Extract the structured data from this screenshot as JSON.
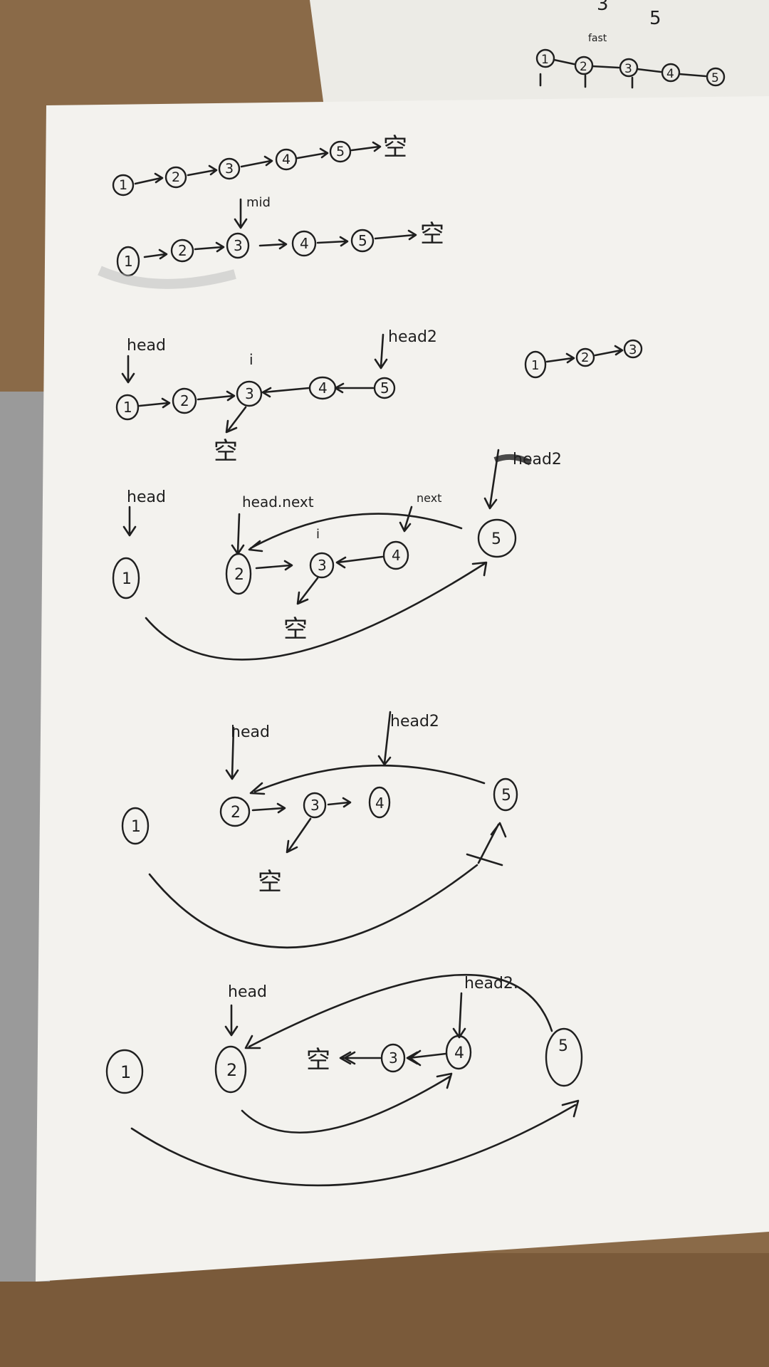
{
  "colors": {
    "table": "#8a6a48",
    "paper": "#f3f2ee",
    "ink": "#1f1f1f"
  },
  "back_sheet": {
    "digits": [
      "3",
      "5"
    ],
    "nodes": [
      "1",
      "2",
      "3",
      "4",
      "5"
    ],
    "pointer_label": "fast"
  },
  "sections": {
    "row1": {
      "nodes": [
        "1",
        "2",
        "3",
        "4",
        "5"
      ],
      "end": "空"
    },
    "row2": {
      "nodes": [
        "1",
        "2",
        "3",
        "4",
        "5"
      ],
      "end": "空",
      "pointer_label": "mid"
    },
    "row3": {
      "nodes": [
        "1",
        "2",
        "3",
        "4",
        "5"
      ],
      "end": "空",
      "label_head": "head",
      "label_head2": "head2",
      "label_i": "i",
      "side_nodes": [
        "1",
        "2",
        "3"
      ]
    },
    "row4": {
      "nodes": [
        "1",
        "2",
        "3",
        "4",
        "5"
      ],
      "end": "空",
      "label_head": "head",
      "label_head_next": "head.next",
      "label_next": "next",
      "label_head2": "head2",
      "label_i": "i"
    },
    "row5": {
      "nodes": [
        "1",
        "2",
        "3",
        "4",
        "5"
      ],
      "end": "空",
      "label_head": "head",
      "label_head2": "head2"
    },
    "row6": {
      "nodes": [
        "1",
        "2",
        "3",
        "4",
        "5"
      ],
      "end": "空",
      "label_head": "head",
      "label_head2": "head2."
    }
  }
}
